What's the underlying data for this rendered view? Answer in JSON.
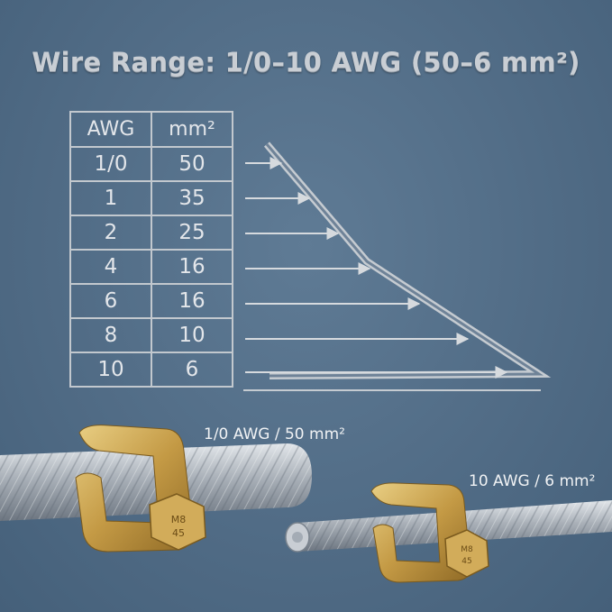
{
  "title": "Wire Range: 1/0–10 AWG (50–6 mm²)",
  "table": {
    "headers": [
      "AWG",
      "mm²"
    ],
    "rows": [
      {
        "awg": "1/0",
        "mm2": "50"
      },
      {
        "awg": "1",
        "mm2": "35"
      },
      {
        "awg": "2",
        "mm2": "25"
      },
      {
        "awg": "4",
        "mm2": "16"
      },
      {
        "awg": "6",
        "mm2": "16"
      },
      {
        "awg": "8",
        "mm2": "10"
      },
      {
        "awg": "10",
        "mm2": "6"
      }
    ]
  },
  "captions": {
    "large": "1/0 AWG / 50 mm²",
    "small": "10 AWG / 6 mm²"
  },
  "clamp_marking": {
    "line1": "M8",
    "line2": "45"
  },
  "colors": {
    "background": "#516c86",
    "brass": "#c9a24a",
    "steel": "#b8bec5"
  }
}
